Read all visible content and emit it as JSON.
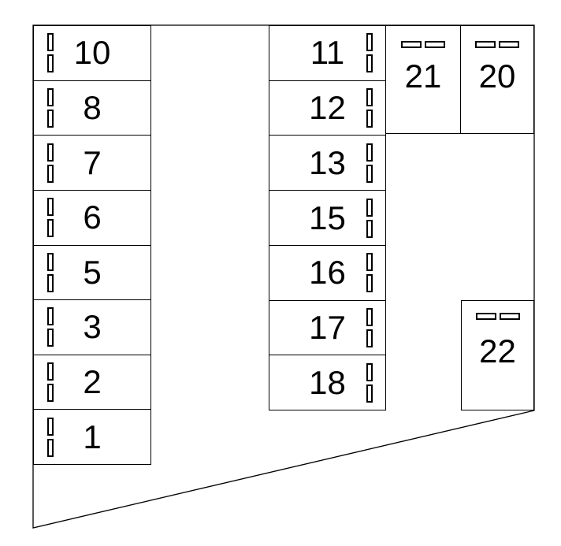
{
  "diagram": {
    "background_color": "#ffffff",
    "line_color": "#000000",
    "text_color": "#000000",
    "marker_icon": "double-tick-stall-marker"
  },
  "stalls": {
    "left_column": [
      "10",
      "8",
      "7",
      "6",
      "5",
      "3",
      "2",
      "1"
    ],
    "middle_column": [
      "11",
      "12",
      "13",
      "15",
      "16",
      "17",
      "18"
    ],
    "top_right_row": [
      "21",
      "20"
    ],
    "right_single": [
      "22"
    ]
  }
}
